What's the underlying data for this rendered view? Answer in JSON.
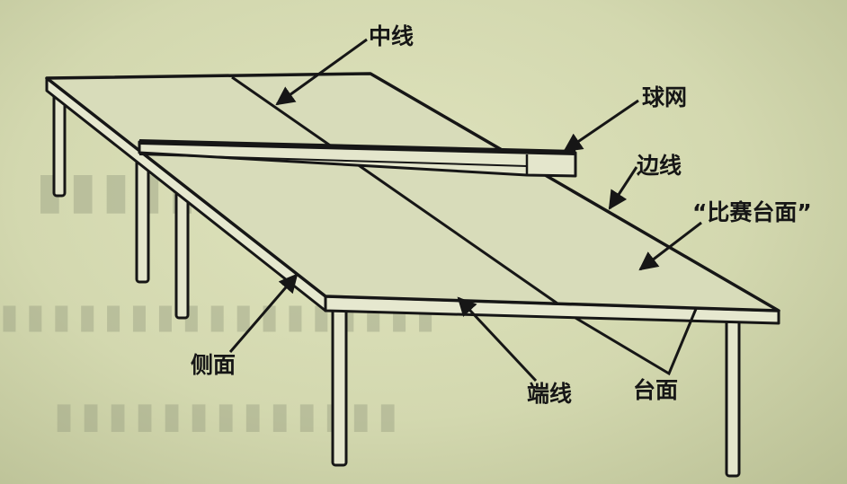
{
  "labels": {
    "centre_line": "中线",
    "net": "球网",
    "side_line": "边线",
    "playing_surface": "“比赛台面”",
    "side_face": "侧面",
    "end_line": "端线",
    "table_top": "台面"
  },
  "colors": {
    "paper": "#d3d8af",
    "ink": "#161616",
    "bleed_through": "#9aa083"
  }
}
